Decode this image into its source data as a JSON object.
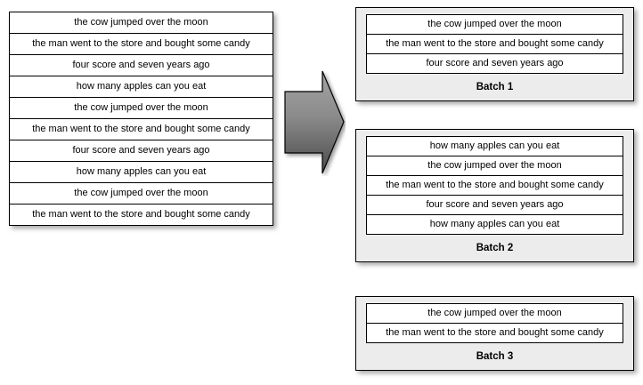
{
  "canvas": {
    "background": "#ffffff",
    "text_color": "#000000",
    "box_border_color": "#000000",
    "batch_background": "#ececec",
    "arrow_fill_light": "#9a9a9a",
    "arrow_fill_dark": "#4d4d4d"
  },
  "source_list": {
    "name": "unbatched-sentence-list",
    "rows": [
      "the cow jumped over the moon",
      "the man went to the store and bought some candy",
      "four score and seven years ago",
      "how many apples can you eat",
      "the cow jumped over the moon",
      "the man went to the store and bought some candy",
      "four score and seven years ago",
      "how many apples can you eat",
      "the cow jumped over the moon",
      "the man went to the store and bought some candy"
    ]
  },
  "arrow": {
    "icon": "right-block-arrow-icon",
    "direction": "right"
  },
  "batches": [
    {
      "label": "Batch 1",
      "rows": [
        "the cow jumped over the moon",
        "the man went to the store and bought some candy",
        "four score and seven years ago"
      ]
    },
    {
      "label": "Batch 2",
      "rows": [
        "how many apples can you eat",
        "the cow jumped over the moon",
        "the man went to the store and bought some candy",
        "four score and seven years ago",
        "how many apples can you eat"
      ]
    },
    {
      "label": "Batch 3",
      "rows": [
        "the cow jumped over the moon",
        "the man went to the store and bought some candy"
      ]
    }
  ]
}
